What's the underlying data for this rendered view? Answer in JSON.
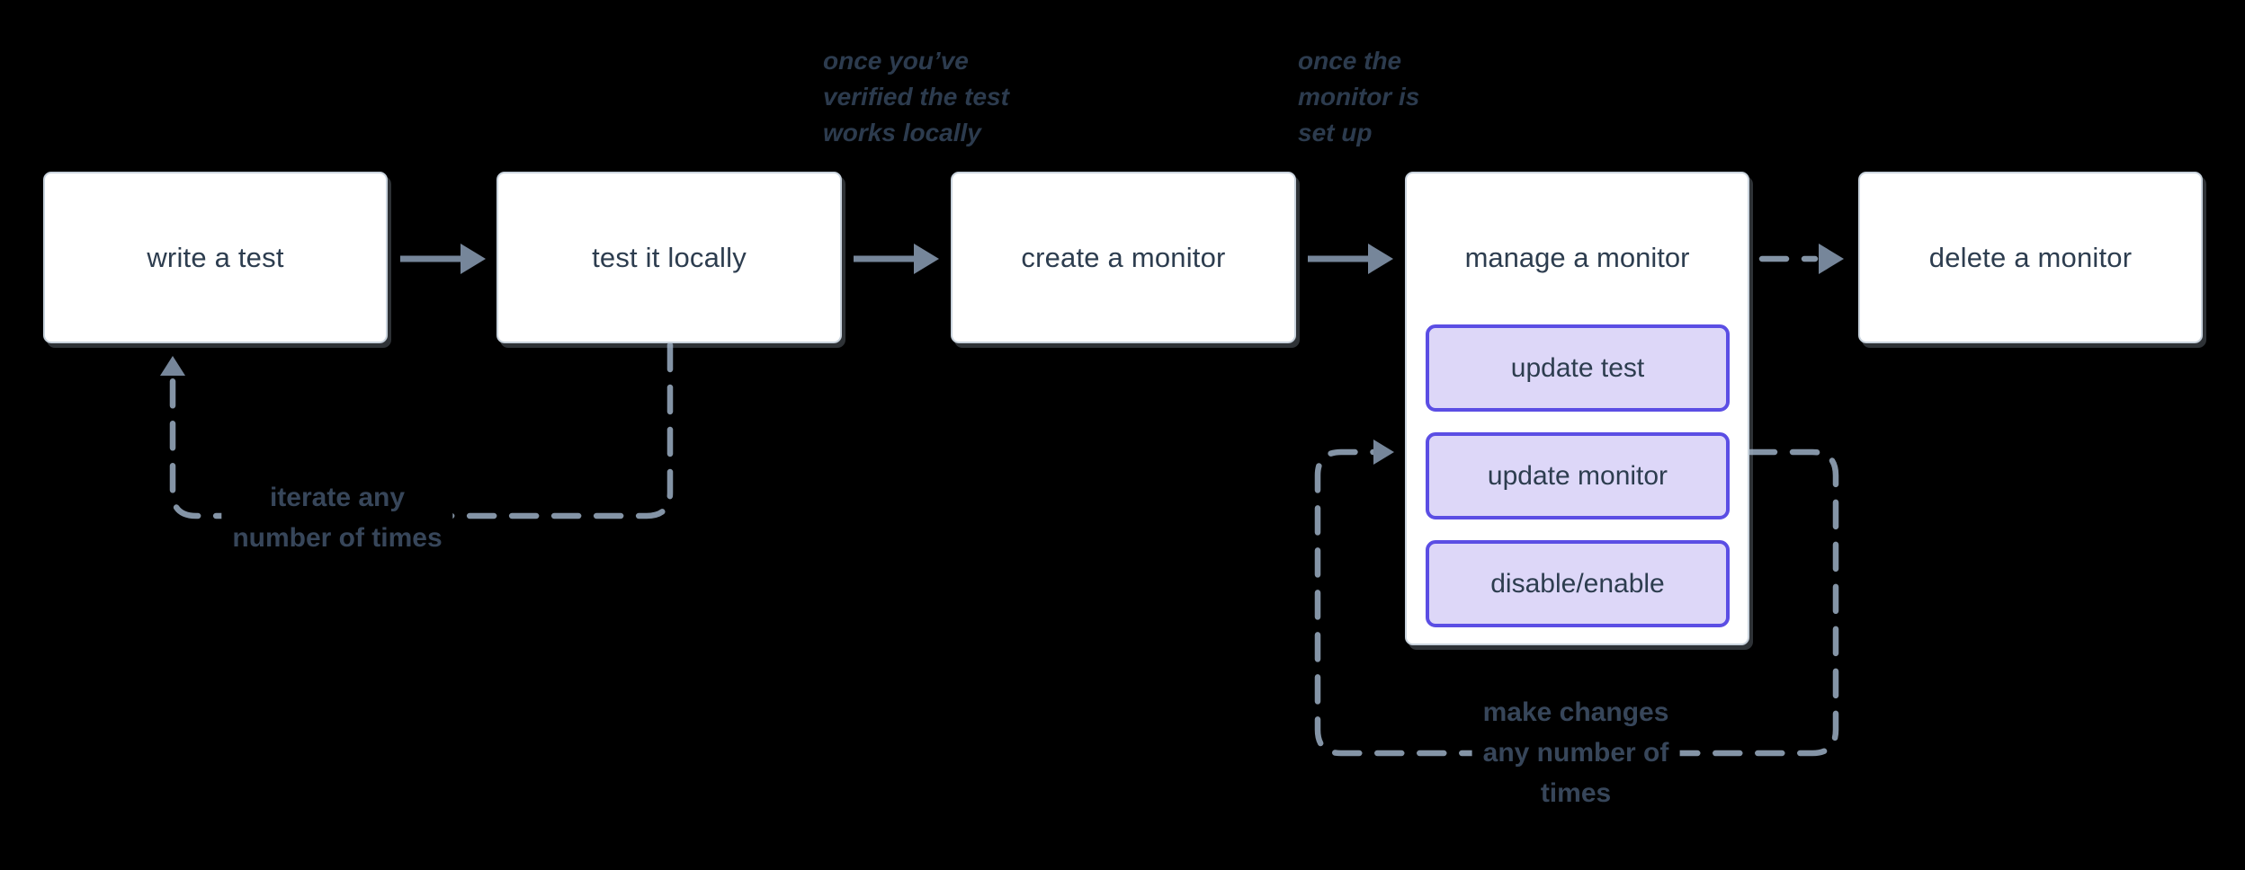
{
  "colors": {
    "background": "#000000",
    "box_fill": "#ffffff",
    "box_border": "#c9d3dd",
    "box_text": "#2d3d4f",
    "button_fill": "#ddd7f8",
    "button_border": "#5b4ee4",
    "arrow": "#76869a",
    "dashed_line": "#8494a6",
    "annotation_text": "#2c3b4e",
    "loop_label_text": "#37465a"
  },
  "boxes": [
    {
      "label": "write a test"
    },
    {
      "label": "test it locally"
    },
    {
      "label": "create a monitor"
    },
    {
      "label": "manage a monitor",
      "buttons": [
        {
          "label": "update test"
        },
        {
          "label": "update monitor"
        },
        {
          "label": "disable/enable"
        }
      ]
    },
    {
      "label": "delete a monitor"
    }
  ],
  "annotations": {
    "once_verified": {
      "lines": [
        "once you’ve",
        "verified the test",
        "works locally"
      ]
    },
    "once_set_up": {
      "lines": [
        "once the",
        "monitor is",
        "set up"
      ]
    }
  },
  "loop_labels": {
    "iterate": {
      "lines": [
        "iterate any",
        "number of times"
      ]
    },
    "make_changes": {
      "lines": [
        "make changes",
        "any number of",
        "times"
      ]
    }
  }
}
